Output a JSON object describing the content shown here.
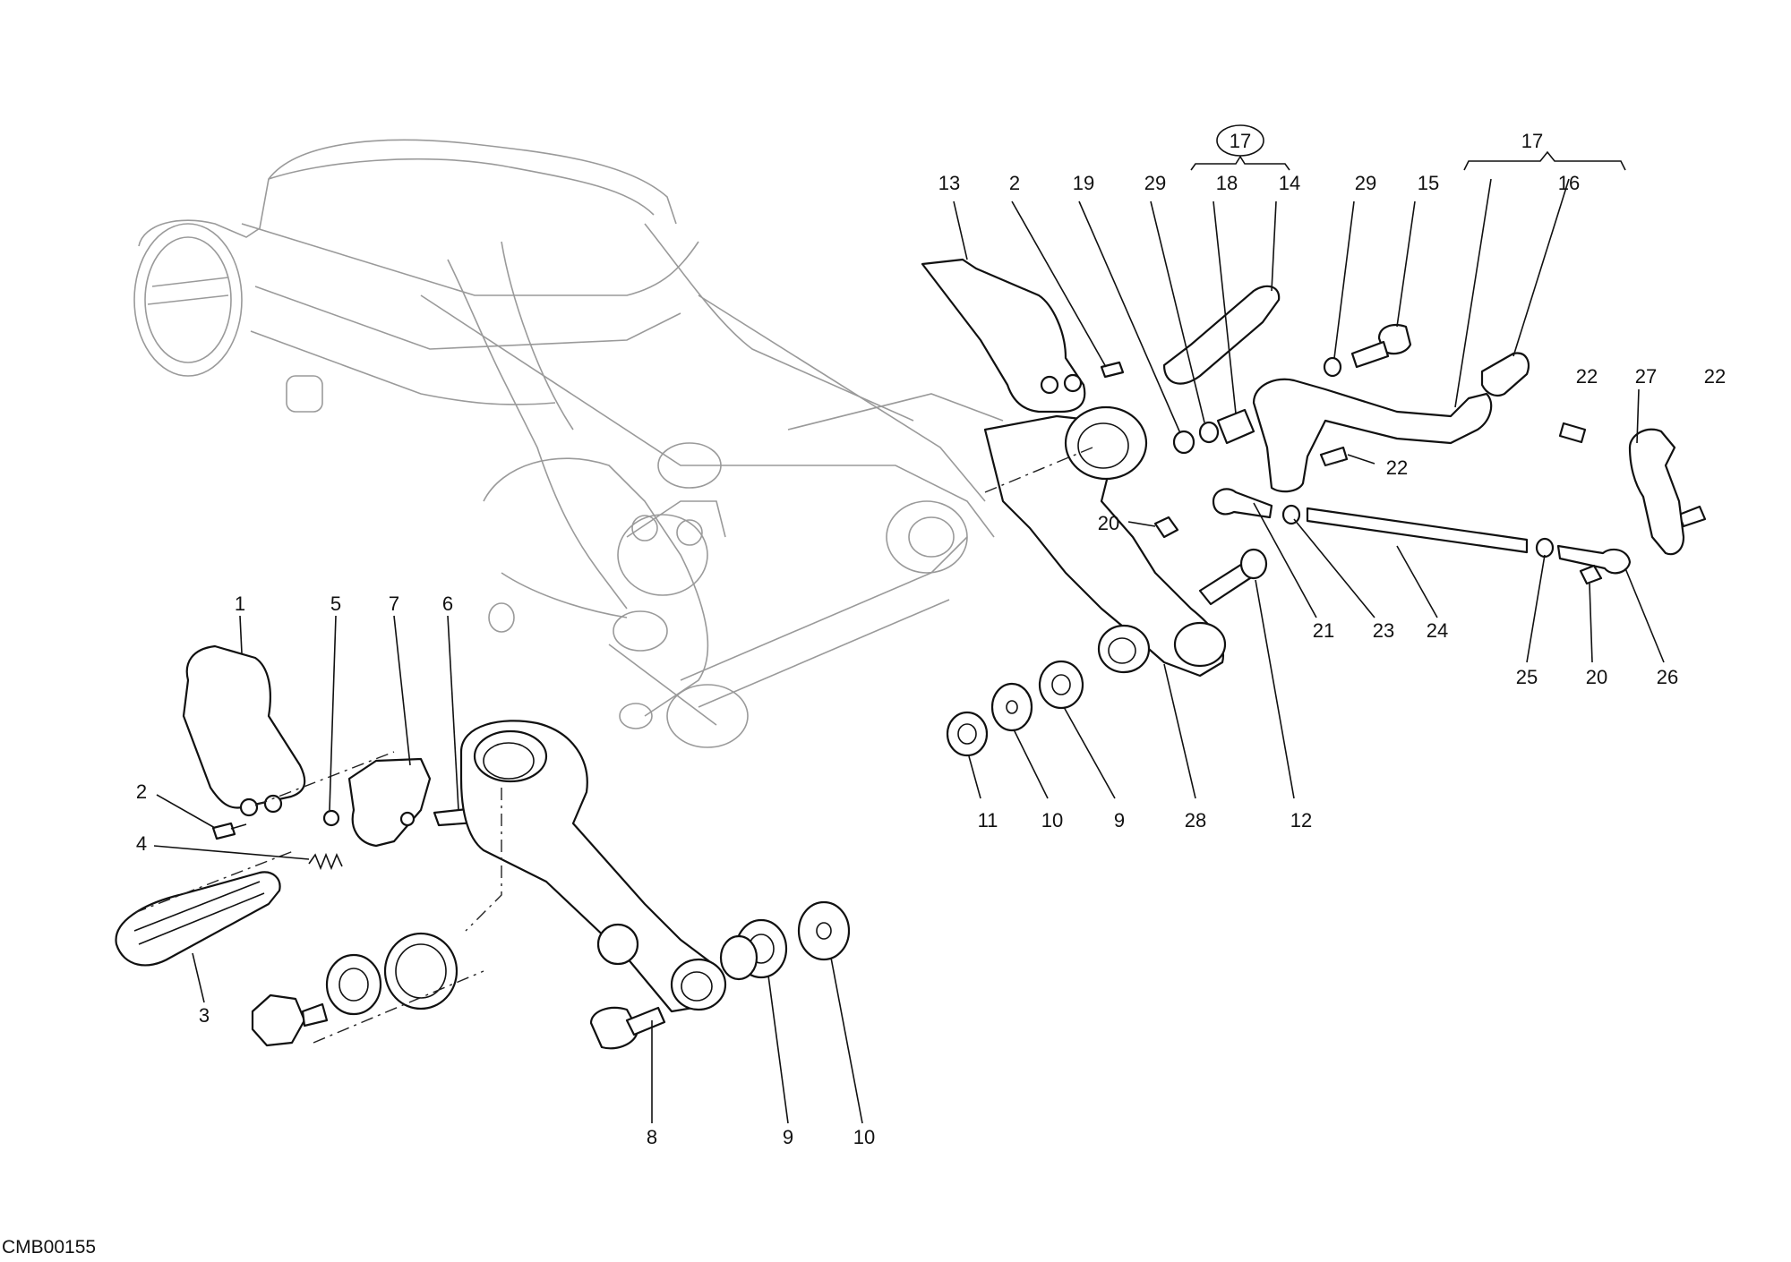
{
  "drawing_code": "CMB00155",
  "labels": {
    "l1": "1",
    "l2a": "2",
    "l3": "3",
    "l4": "4",
    "l5": "5",
    "l6": "6",
    "l7": "7",
    "l8": "8",
    "l9a": "9",
    "l10a": "10",
    "l9b": "9",
    "l10b": "10",
    "l11": "11",
    "l12": "12",
    "l28": "28",
    "l13": "13",
    "l2b": "2",
    "l19": "19",
    "l29a": "29",
    "l17circ": "17",
    "l18": "18",
    "l14": "14",
    "l29b": "29",
    "l15": "15",
    "l17group": "17",
    "l16": "16",
    "l22a": "22",
    "l27": "27",
    "l22b": "22",
    "l22c": "22",
    "l20a": "20",
    "l21": "21",
    "l23": "23",
    "l24": "24",
    "l25": "25",
    "l20b": "20",
    "l26": "26"
  }
}
